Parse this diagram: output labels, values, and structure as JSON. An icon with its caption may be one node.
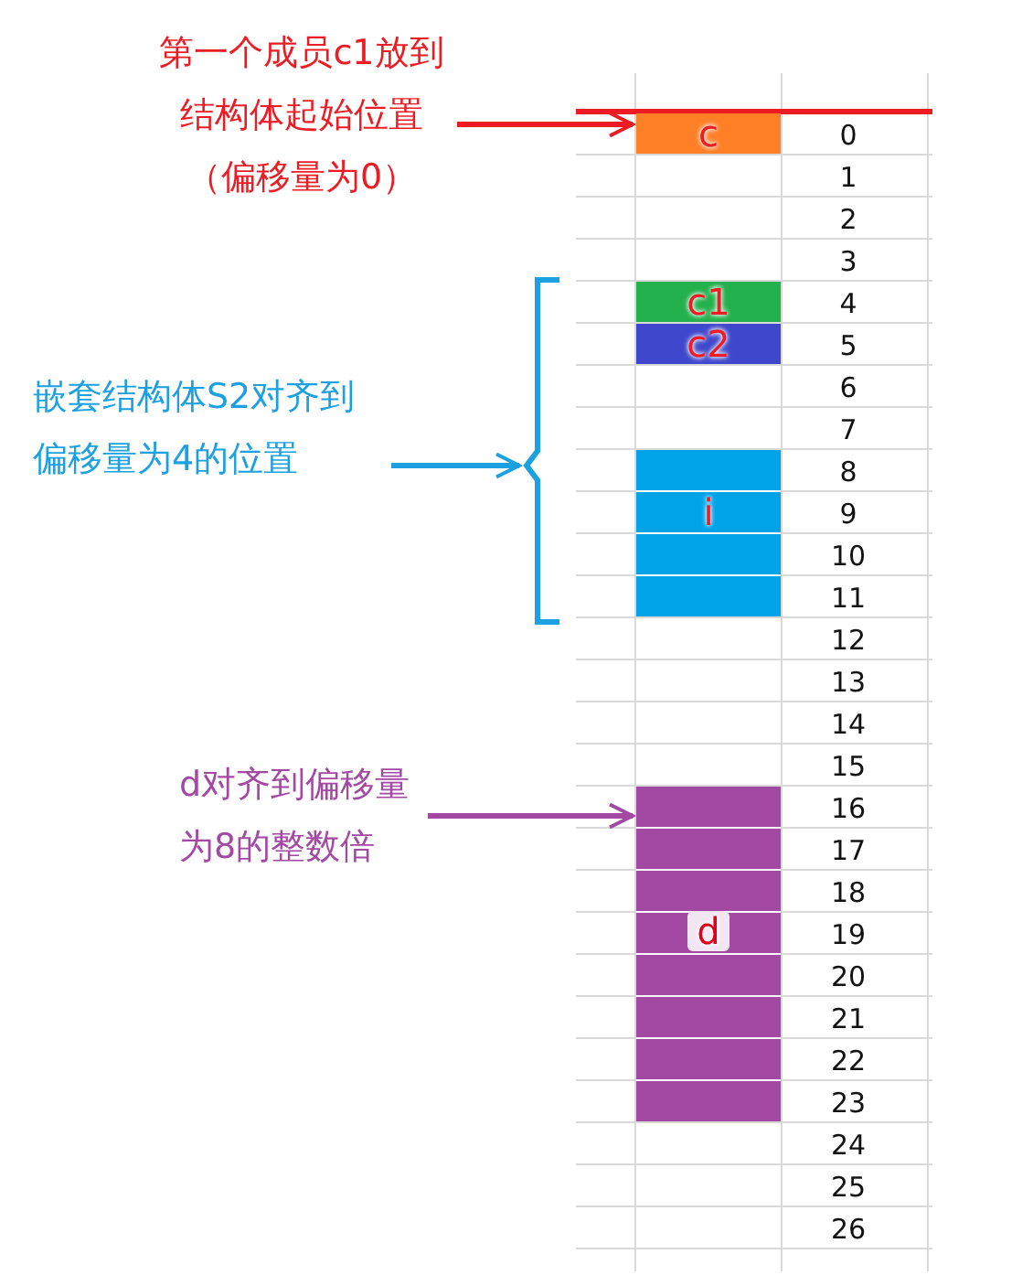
{
  "diagram": {
    "nodes": [
      {
        "text": [
          "第一个成员c1放到结构体起始位置（偏移量为0）"
        ]
      },
      {
        "text": [
          "c"
        ]
      },
      {
        "text": [
          "嵌套结构体S2对齐到偏移量为4的位置"
        ]
      },
      {
        "text": [],
        "shape": "bracket"
      },
      {
        "text": [
          "c1"
        ]
      },
      {
        "text": [
          "c2"
        ]
      },
      {
        "text": [
          "i"
        ]
      },
      {
        "text": [
          "d对齐到偏移量为8的整数倍"
        ]
      },
      {
        "text": [
          "d"
        ]
      }
    ],
    "edges": [
      {
        "from": 0,
        "to": 1,
        "arrow": "to",
        "color": "#ed1c24"
      },
      {
        "from": 2,
        "to": 3,
        "arrow": "to",
        "color": "#1ba1e2"
      },
      {
        "from": 7,
        "to": 8,
        "arrow": "to",
        "color": "#a349a4"
      }
    ],
    "labels": [
      "0",
      "1",
      "2",
      "3",
      "4",
      "5",
      "6",
      "7",
      "8",
      "9",
      "10",
      "11",
      "12",
      "13",
      "14",
      "15",
      "16",
      "17",
      "18",
      "19",
      "20",
      "21",
      "22",
      "23",
      "24",
      "25",
      "26"
    ]
  }
}
